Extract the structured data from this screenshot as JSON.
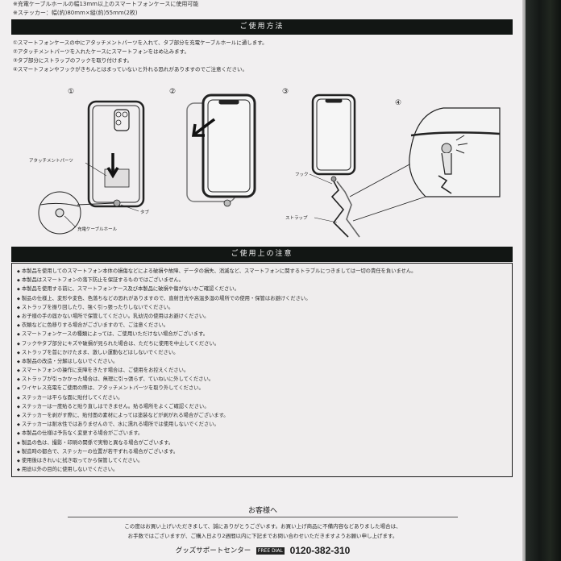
{
  "spec_lines": [
    "※充電ケーブルホールの幅13mm以上のスマートフォンケースに使用可能",
    "※ステッカー：幅(約)80mm×縦(約)55mm(2枚)"
  ],
  "usage": {
    "heading": "ご使用方法",
    "steps": [
      "①スマートフォンケースの中にアタッチメントパーツを入れて、タブ部分を充電ケーブルホールに通します。",
      "②アタッチメントパーツを入れたケースにスマートフォンをはめ込みます。",
      "③タブ部分にストラップのフックを取り付けます。",
      "④スマートフォンやフックがきちんとはまっていないと外れる恐れがありますのでご注意ください。"
    ],
    "figure_numbers": [
      "①",
      "②",
      "③",
      "④"
    ],
    "labels": {
      "attachment": "アタッチメントパーツ",
      "tab": "タブ",
      "cable_hole": "充電ケーブルホール",
      "hook": "フック",
      "strap": "ストラップ"
    }
  },
  "notice": {
    "heading": "ご使用上の注意",
    "items": [
      "本製品を使用してのスマートフォン本体の損傷などによる破損や故障、データの損失、消滅など、スマートフォンに関するトラブルにつきましては一切の責任を負いません。",
      "本製品はスマートフォンの落下防止を保証するものではございません。",
      "本製品を使用する前に、スマートフォンケース及び本製品に破損や傷がないかご確認ください。",
      "製品の仕様上、変形や変色、色落ちなどの恐れがありますので、直射日光や高温多湿の場所での使用・保管はお避けください。",
      "ストラップを振り回したり、強く引っ張ったりしないでください。",
      "お子様の手の届かない場所で保管してください。乳幼児の使用はお避けください。",
      "衣類などに色移りする場合がございますので、ご注意ください。",
      "スマートフォンケースの種類によっては、ご使用いただけない場合がございます。",
      "フックやタブ部分にキズや破損が見られた場合は、ただちに使用を中止してください。",
      "ストラップを首にかけたまま、激しい運動などはしないでください。",
      "本製品の改造・分解はしないでください。",
      "スマートフォンの操作に支障をきたす場合は、ご使用をお控えください。",
      "ストラップが引っかかった場合は、無理に引っ張らず、ていねいに外してください。",
      "ワイヤレス充電をご使用の際は、アタッチメントパーツを取り外してください。",
      "ステッカーは平らな面に貼付してください。",
      "ステッカーは一度貼ると貼り直しはできません。貼る場所をよくご確認ください。",
      "ステッカーを剥がす際に、貼付面の素材によっては塗装などが剥がれる場合がございます。",
      "ステッカーは耐水性ではありませんので、水に濡れる場所では使用しないでください。",
      "本製品の仕様は予告なく変更する場合がございます。",
      "製品の色は、撮影・印刷の関係で実物と異なる場合がございます。",
      "製造時の都合で、ステッカーの位置が若干ずれる場合がございます。",
      "使用後はきれいに拭き取ってから保管してください。",
      "用途以外の目的に使用しないでください。"
    ]
  },
  "customer": {
    "title": "お客様へ",
    "lines": [
      "この度はお買い上げいただきまして、誠にありがとうございます。お買い上げ商品に不備内容などありました場合は、",
      "お手数ではございますが、ご購入日より2週間以内に下記までお問い合わせいただきますようお願い申し上げます。"
    ],
    "support_label": "グッズサポートセンター",
    "freedial": "FREE DIAL",
    "phone": "0120-382-310"
  }
}
